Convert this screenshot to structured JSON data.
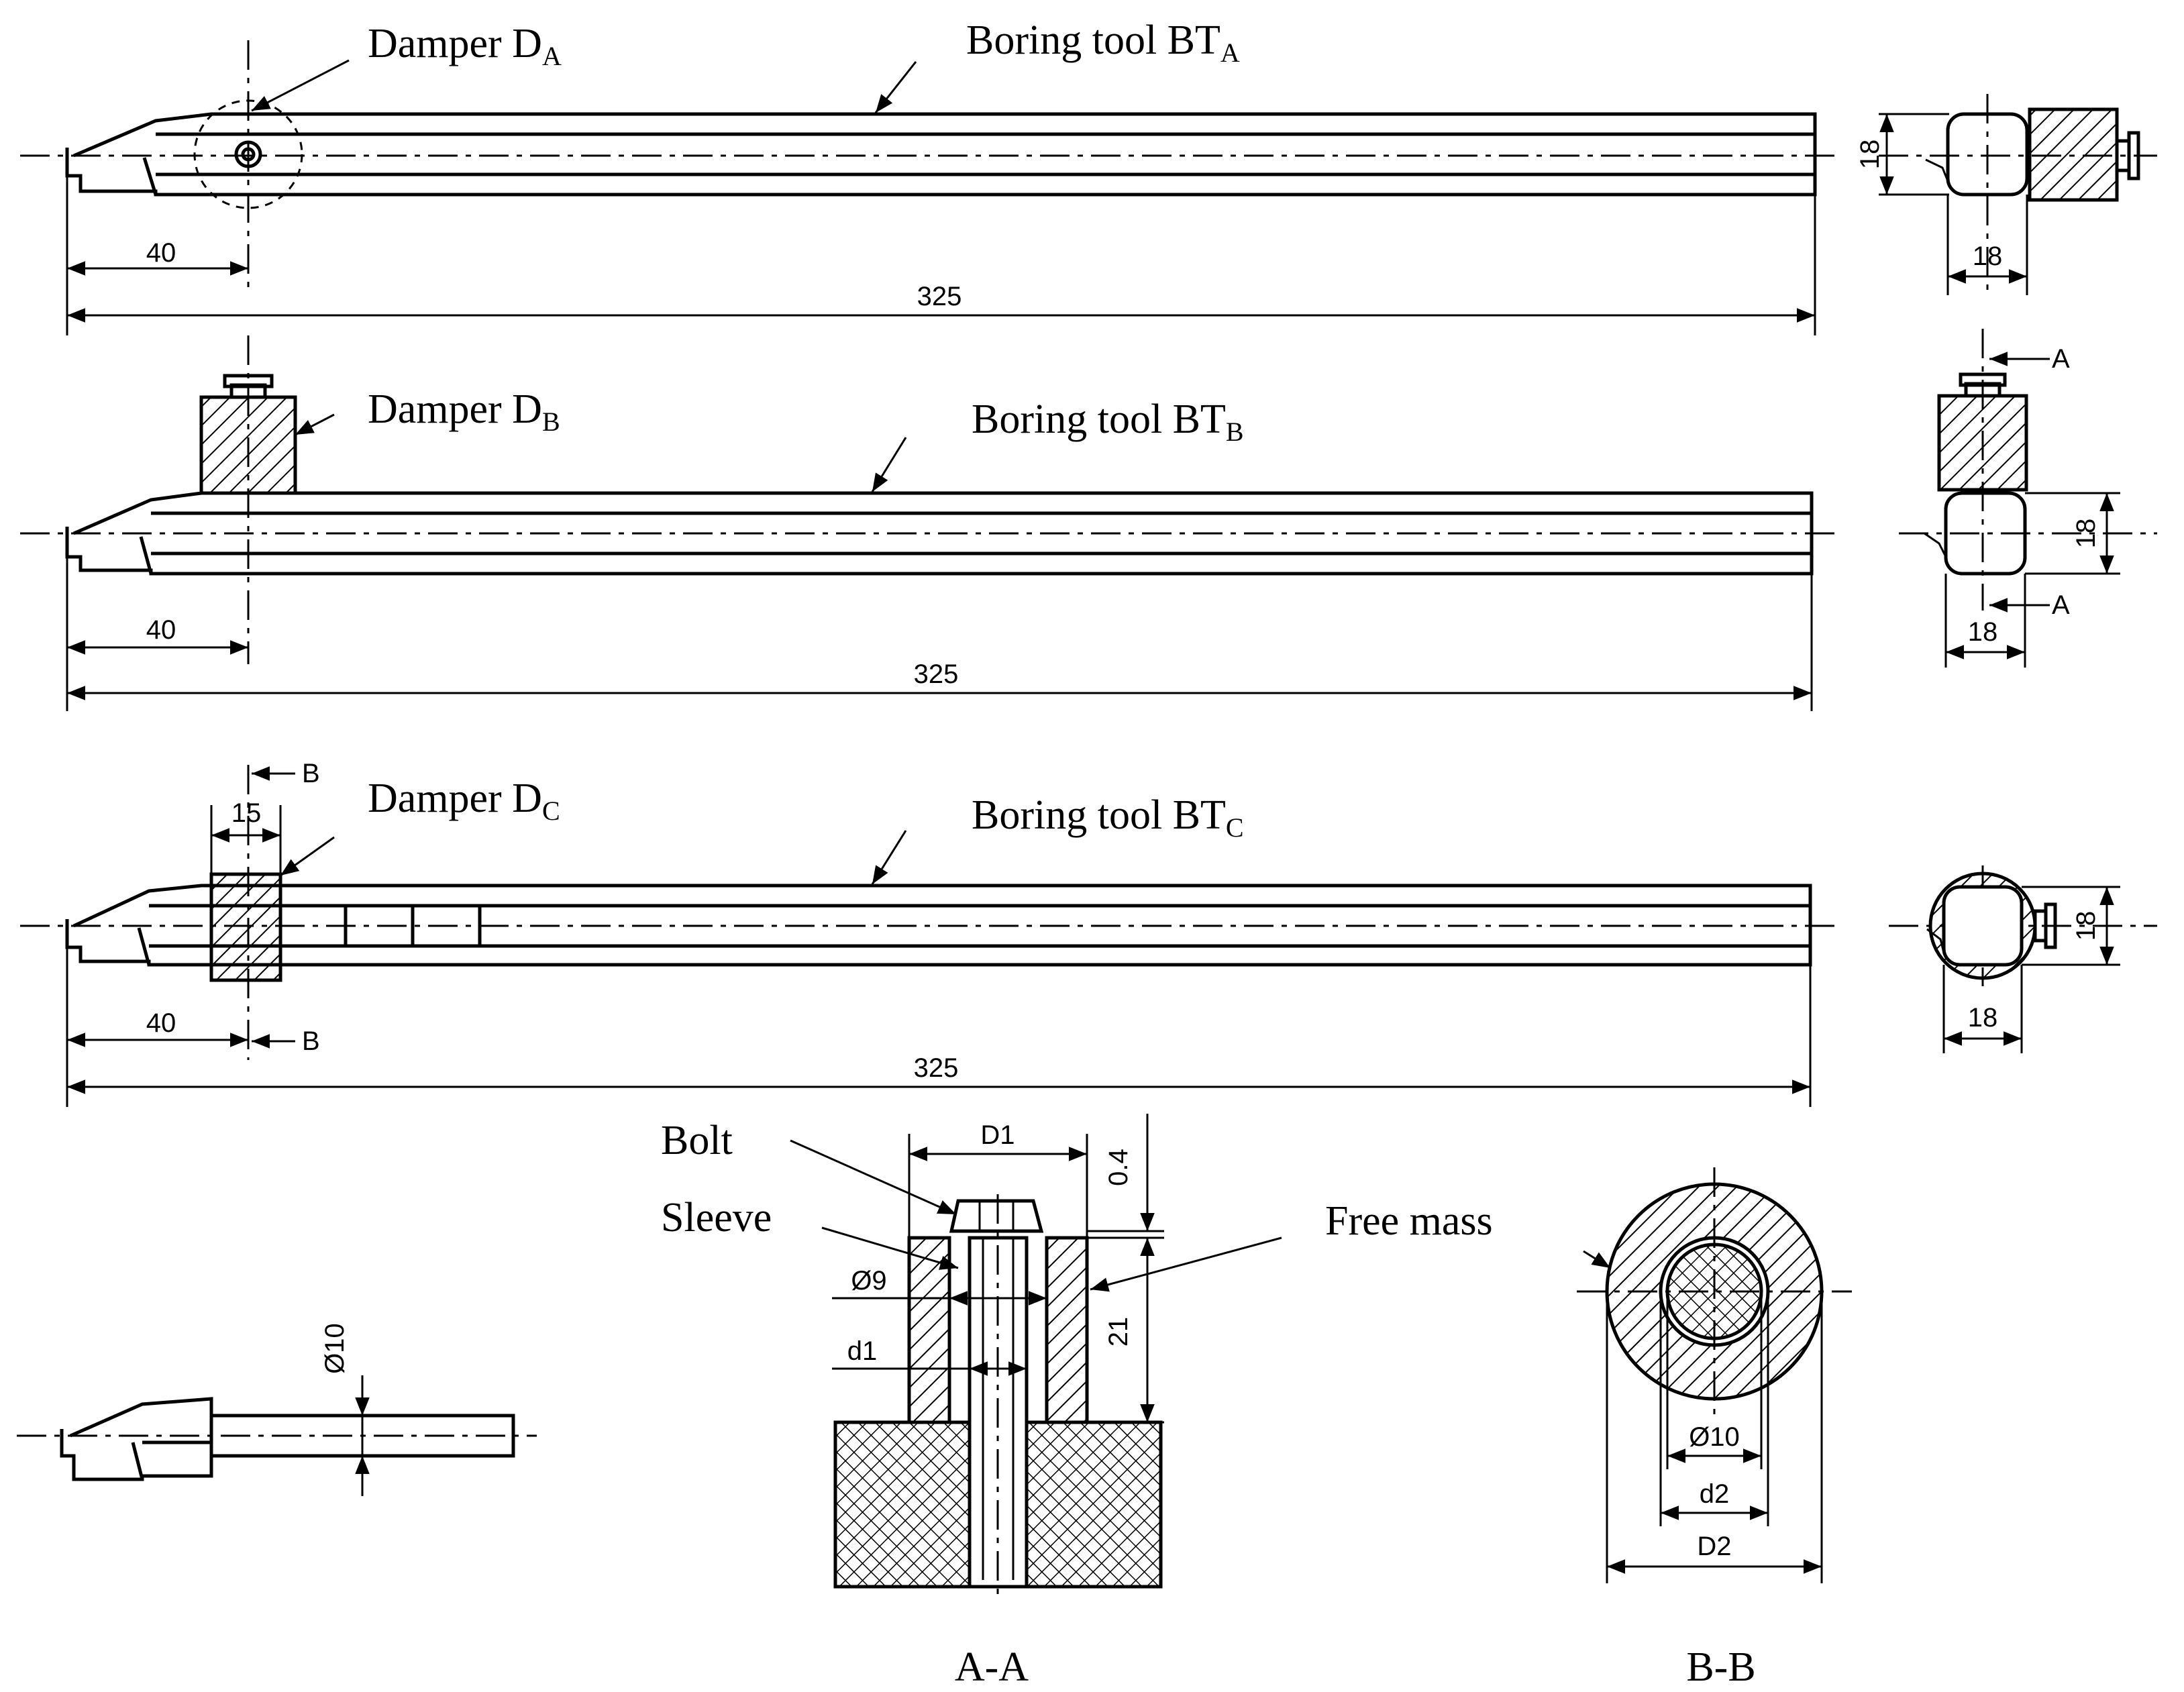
{
  "labels": {
    "damper_a": "Damper D",
    "damper_a_sub": "A",
    "tool_a": "Boring tool BT",
    "tool_a_sub": "A",
    "damper_b": "Damper D",
    "damper_b_sub": "B",
    "tool_b": "Boring tool BT",
    "tool_b_sub": "B",
    "damper_c": "Damper D",
    "damper_c_sub": "C",
    "tool_c": "Boring tool BT",
    "tool_c_sub": "C",
    "bolt": "Bolt",
    "sleeve": "Sleeve",
    "free_mass": "Free mass",
    "section_aa": "A-A",
    "section_bb": "B-B"
  },
  "dimensions": {
    "offset_a": "40",
    "length_a": "325",
    "offset_b": "40",
    "length_b": "325",
    "offset_c": "40",
    "length_c": "325",
    "damper_c_width": "15",
    "end_a_height": "18",
    "end_a_width": "18",
    "end_b_height": "18",
    "end_b_width": "18",
    "end_c_height": "18",
    "end_c_width": "18",
    "plain_diameter": "Ø10",
    "aa_d1_top": "D1",
    "aa_gap": "0.4",
    "aa_bore": "Ø9",
    "aa_d1": "d1",
    "aa_height": "21",
    "bb_inner": "Ø10",
    "bb_d2": "d2",
    "bb_D2": "D2"
  },
  "section_markers": {
    "a_top": "A",
    "a_bottom": "A",
    "b_top": "B",
    "b_bottom": "B"
  }
}
